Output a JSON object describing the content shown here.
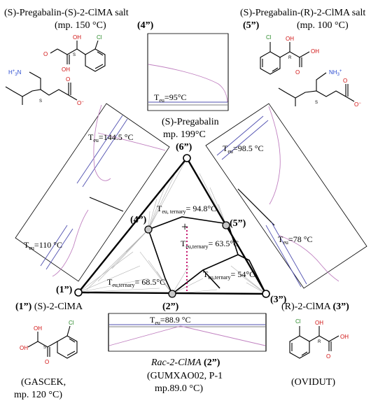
{
  "compounds": {
    "s_salt": {
      "title": "(S)-Pregabalin-(S)-2-ClMA  salt",
      "mp": "(mp. 150 °C)",
      "id": "(4”)"
    },
    "r_salt": {
      "title": "(S)-Pregabalin-(R)-2-ClMA salt",
      "mp": "(mp. 100 °C)",
      "id": "(5”)"
    },
    "pregabalin": {
      "name": "(S)-Pregabalin",
      "mp": "mp. 199°C",
      "id": "(6”)"
    },
    "s_clma": {
      "id": "(1”)",
      "name": "(S)-2-ClMA",
      "code": "(GASCEK,",
      "mp": "mp. 120 °C)"
    },
    "r_clma": {
      "name": "(R)-2-ClMA",
      "id": "(3”)",
      "code": "(OVIDUT)"
    },
    "rac": {
      "id": "(2”)",
      "name": "Rac-2-ClMA",
      "name_id": "(2”)",
      "code": "(GUMXAO02, P-1",
      "mp": "mp.89.0 °C)"
    }
  },
  "eutectics": {
    "top_panel": "95°C",
    "left_upper": "144.5 °C",
    "left_lower": "110 °C",
    "right_upper": "98.5 °C",
    "right_lower": "78 °C",
    "bottom_panel": "88.9 °C"
  },
  "ternary": {
    "t1": "= 94.8°C",
    "t2": "= 63.5°C",
    "t3": "= 68.5°C",
    "t4": "= 54°C"
  },
  "labels": {
    "teu": "T",
    "sub_eu": "eu",
    "sub_ternary": "eu, ternary",
    "sub_euternary": "eu,ternary",
    "sub_euternary2": "eu,ternary",
    "sub_euternary3": "eu,ternary",
    "atom_oh": "OH",
    "atom_o": "O",
    "atom_cl": "Cl",
    "atom_s": "S",
    "atom_r": "R",
    "atom_n": "H",
    "atom_n3": "N",
    "atom_o_minus": "O",
    "plus": "+",
    "minus": "−"
  },
  "colors": {
    "liquidus": "#c080c0",
    "eutectic_line": "#5050b0",
    "tie_lines": "#b0b0b0",
    "marker_red": "#e00000",
    "oxygen": "#d01010",
    "chlorine": "#2a8a2a",
    "nitrogen": "#2a4bd0"
  }
}
